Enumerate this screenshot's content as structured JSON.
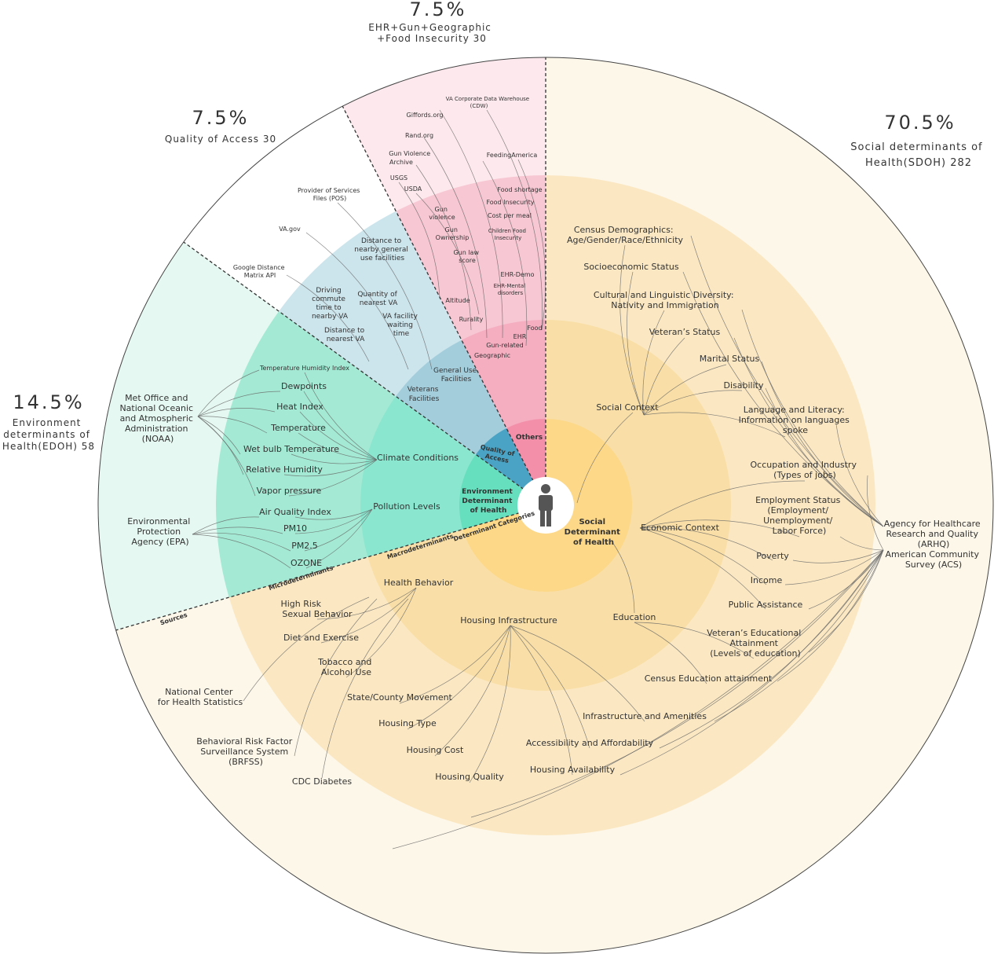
{
  "colors": {
    "sdoh": [
      "#fdf7e9",
      "#fbe8c3",
      "#f9dfa7",
      "#fcd888"
    ],
    "edoh": [
      "#e5f8f2",
      "#a3e9d3",
      "#8be6cf",
      "#65dfbd"
    ],
    "access": [
      "#ffffff",
      "#cce4ec",
      "#a4cddc",
      "#4aa3c4"
    ],
    "others": [
      "#fde8ed",
      "#f7c7d3",
      "#f5adc0",
      "#f38fa9"
    ]
  },
  "figure": {
    "icon": "person-icon"
  },
  "chart_data": {
    "type": "sunburst",
    "segments": [
      {
        "id": "sdoh",
        "percent": "70.5%",
        "caption": [
          "Social determinants of",
          "Health(SDOH) 282"
        ],
        "start_deg": 0,
        "end_deg": 253.8
      },
      {
        "id": "edoh",
        "percent": "14.5%",
        "caption": [
          "Environment",
          "determinants of",
          "Health(EDOH) 58"
        ],
        "start_deg": 253.8,
        "end_deg": 306
      },
      {
        "id": "access",
        "percent": "7.5%",
        "caption": [
          "Quality of Access 30"
        ],
        "start_deg": 306,
        "end_deg": 333
      },
      {
        "id": "others",
        "percent": "7.5%",
        "caption": [
          "EHR+Gun+Geographic",
          "+Food Insecurity 30"
        ],
        "start_deg": 333,
        "end_deg": 360
      }
    ],
    "layers": [
      "Determinant Categories",
      "Macrodeterminants",
      "Microdeterminants",
      "Sources"
    ],
    "categories": {
      "sdoh": [
        "Social",
        "Determinant",
        "of Health"
      ],
      "edoh": [
        "Environment",
        "Determinant",
        "of Health"
      ],
      "access": [
        "Quality of",
        "Access"
      ],
      "others": [
        "Others"
      ]
    },
    "macro": {
      "social_context": "Social Context",
      "economic_context": "Economic Context",
      "education": "Education",
      "housing_infrastructure": "Housing Infrastructure",
      "health_behavior": "Health Behavior",
      "climate_conditions": "Climate Conditions",
      "pollution_levels": "Pollution Levels",
      "veterans_facilities": [
        "Veterans",
        "Facilities"
      ],
      "general_use_facilities": [
        "General Use",
        "Facilities"
      ],
      "food": "Food",
      "ehr": "EHR",
      "gun_related": "Gun-related",
      "geographic": "Geographic"
    },
    "micro": {
      "census_demographics": [
        "Census Demographics:",
        "Age/Gender/Race/Ethnicity"
      ],
      "socioeconomic_status": "Socioeconomic Status",
      "cultural_diversity": [
        "Cultural and Linguistic Diversity:",
        "Nativity and Immigration"
      ],
      "veterans_status": "Veteran’s Status",
      "marital_status": "Marital Status",
      "disability": "Disability",
      "language_literacy": [
        "Language and Literacy:",
        "Information on languages",
        "spoke"
      ],
      "occupation": [
        "Occupation and Industry",
        "(Types of jobs)"
      ],
      "employment": [
        "Employment Status",
        "(Employment/",
        "Unemployment/",
        "Labor Force)"
      ],
      "poverty": "Poverty",
      "income": "Income",
      "public_assistance": "Public Assistance",
      "vet_education": [
        "Veteran’s Educational",
        "Attainment",
        "(Levels of education)"
      ],
      "census_education": "Census Education attainment",
      "infrastructure_amenities": "Infrastructure and Amenities",
      "accessibility": "Accessibility and Affordability",
      "housing_availability": "Housing Availability",
      "housing_quality": "Housing Quality",
      "housing_cost": "Housing Cost",
      "housing_type": "Housing Type",
      "state_movement": "State/County Movement",
      "tobacco": [
        "Tobacco and",
        "Alcohol Use"
      ],
      "diet": "Diet and Exercise",
      "sexual_behavior": [
        "High Risk",
        "Sexual Behavior"
      ],
      "ozone": "OZONE",
      "pm25": "PM2.5",
      "pm10": "PM10",
      "aqi": "Air Quality Index",
      "vapor": "Vapor pressure",
      "humidity": "Relative Humidity",
      "wet_bulb": "Wet bulb Temperature",
      "temperature": "Temperature",
      "heat_index": "Heat Index",
      "dewpoints": "Dewpoints",
      "temp_humidity_index": "Temperature Humidity Index",
      "distance_nearest_va": [
        "Distance to",
        "nearest VA"
      ],
      "driving_time": [
        "Driving",
        "commute",
        "time to",
        "nearby VA"
      ],
      "quantity_va": [
        "Quantity of",
        "nearest VA"
      ],
      "va_waiting": [
        "VA facility",
        "waiting",
        "time"
      ],
      "distance_general": [
        "Distance to",
        "nearby general",
        "use facilities"
      ],
      "gun_violence": [
        "Gun",
        "violence"
      ],
      "gun_ownership": [
        "Gun",
        "Ownership"
      ],
      "gun_law": [
        "Gun law",
        "score"
      ],
      "altitude": "Altitude",
      "rurality": "Rurality",
      "food_shortage": "Food shortage",
      "food_insecurity": "Food Insecurity",
      "cost_per_meal": "Cost per meal",
      "children_food": [
        "Children Food",
        "Insecurity"
      ],
      "ehr_demo": "EHR-Demo",
      "ehr_mental": [
        "EHR-Mental",
        "disorders"
      ]
    },
    "sources": {
      "arhq": [
        "Agency for Healthcare",
        "Research and Quality",
        "(ARHQ)"
      ],
      "acs": [
        "American Community",
        "Survey (ACS)"
      ],
      "nchs": [
        "National Center",
        "for Health Statistics"
      ],
      "brfss": [
        "Behavioral Risk Factor",
        "Surveillance System",
        "(BRFSS)"
      ],
      "cdc": "CDC Diabetes",
      "noaa": [
        "Met Office and",
        "National Oceanic",
        "and Atmospheric",
        "Administration",
        "(NOAA)"
      ],
      "epa": [
        "Environmental",
        "Protection",
        "Agency (EPA)"
      ],
      "google": [
        "Google Distance",
        "Matrix API"
      ],
      "vagov": "VA.gov",
      "pos": [
        "Provider of Services",
        "Files (POS)"
      ],
      "cdw": [
        "VA Corporate Data Warehouse",
        "(CDW)"
      ],
      "giffords": "Giffords.org",
      "rand": "Rand.org",
      "gva": [
        "Gun Violence",
        "Archive"
      ],
      "usgs": "USGS",
      "usda": "USDA",
      "feeding": "FeedingAmerica"
    }
  }
}
